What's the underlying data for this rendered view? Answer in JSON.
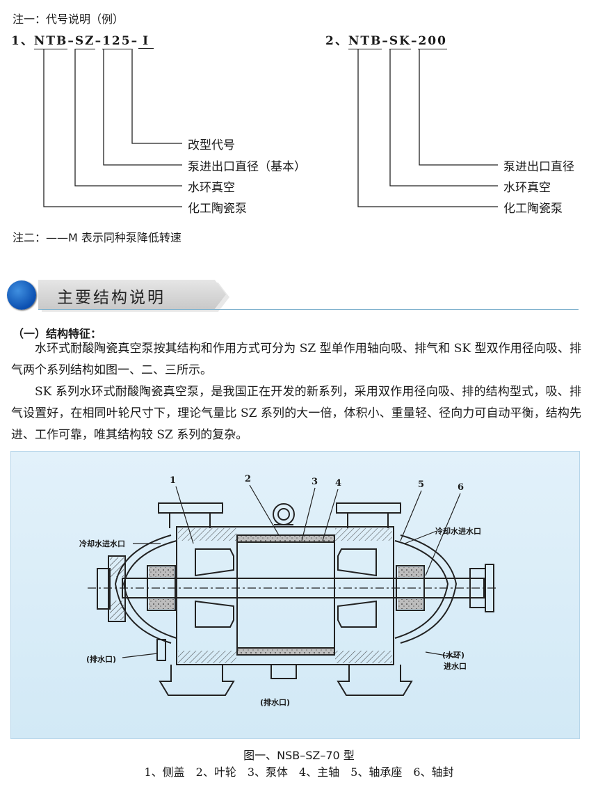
{
  "note1": "注一：代号说明（例）",
  "model1": {
    "index": "1、",
    "p1": "NTB",
    "d1": "–",
    "p2": "SZ",
    "d2": "–",
    "p3": "125",
    "d3": "–",
    "p4": "Ⅰ"
  },
  "model2": {
    "index": "2、",
    "p1": "NTB",
    "d1": "–",
    "p2": "SK",
    "d2": "–",
    "p3": "200"
  },
  "legend1": [
    "改型代号",
    "泵进出口直径（基本）",
    "水环真空",
    "化工陶瓷泵"
  ],
  "legend2": [
    "泵进出口直径",
    "水环真空",
    "化工陶瓷泵"
  ],
  "note2": "注二：——M 表示同种泵降低转速",
  "section_title": "主要结构说明",
  "subheading": "（一）结构特征：",
  "paragraphs": [
    "水环式耐酸陶瓷真空泵按其结构和作用方式可分为 SZ 型单作用轴向吸、排气和 SK 型双作用径向吸、排气两个系列结构如图一、二、三所示。",
    "SK 系列水环式耐酸陶瓷真空泵，是我国正在开发的新系列，采用双作用径向吸、排的结构型式，吸、排气设置好，在相同叶轮尺寸下，理论气量比 SZ 系列的大一倍，体积小、重量轻、径向力可自动平衡，结构先进、工作可靠，唯其结构较 SZ 系列的复杂。"
  ],
  "figure": {
    "callouts": [
      "1",
      "2",
      "3",
      "4",
      "5",
      "6"
    ],
    "labels": {
      "cooling_left": "冷却水进水口",
      "cooling_right": "冷却水进水口",
      "drain_left": "(排水口)",
      "drain_bottom": "(排水口)",
      "water_ring_line1": "(水环)",
      "water_ring_line2": "进水口"
    }
  },
  "caption_title": "图一、NSB–SZ–70 型",
  "caption_parts": "1、侧盖　2、叶轮　3、泵体　4、主轴　5、轴承座　6、轴封"
}
